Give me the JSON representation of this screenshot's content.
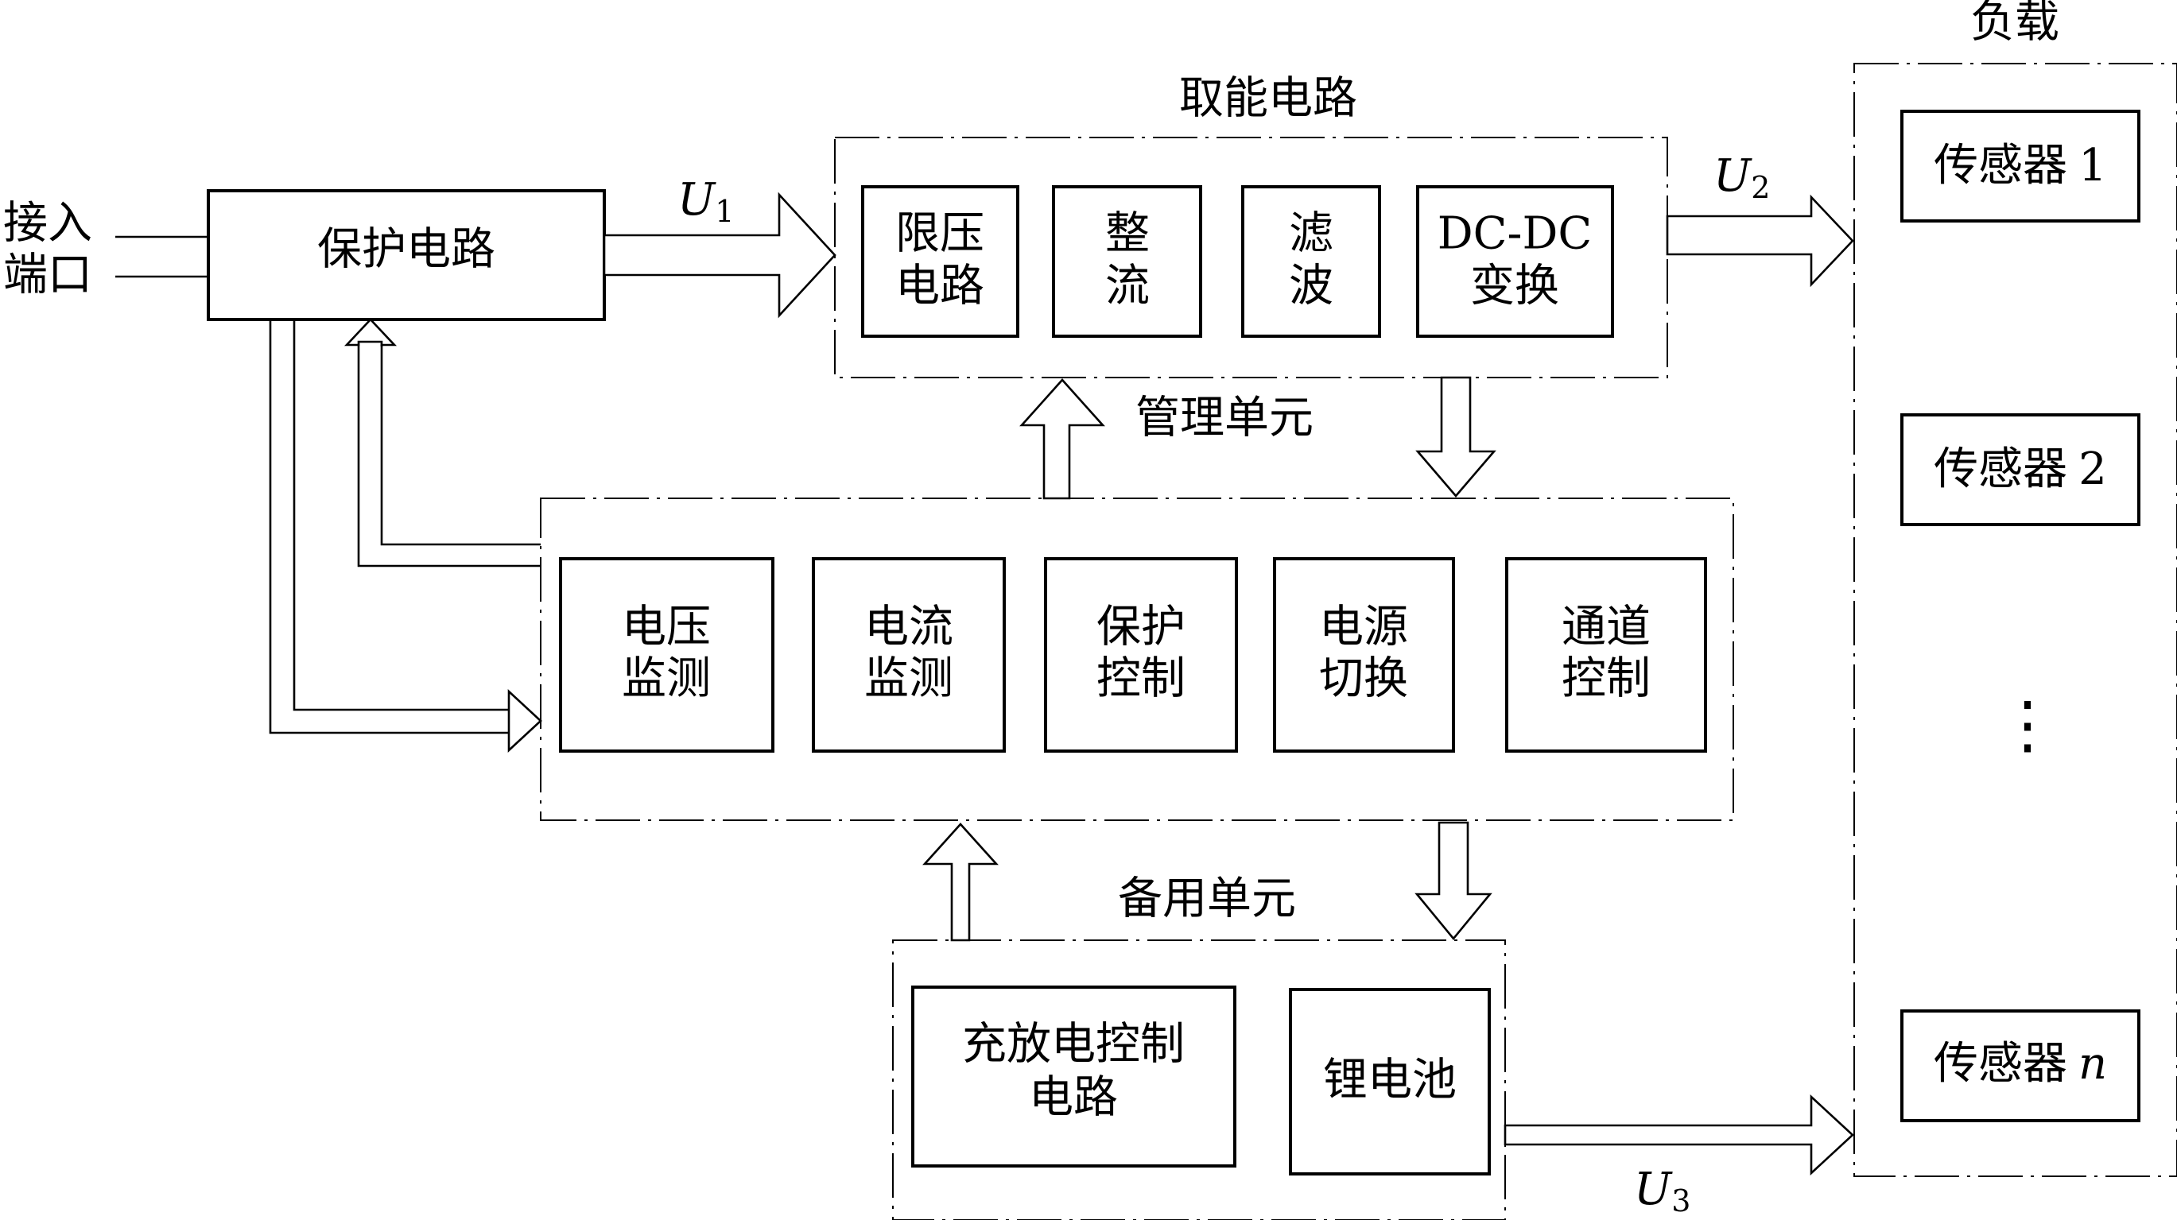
{
  "input_port": {
    "line1": "接入",
    "line2": "端口"
  },
  "protection_circuit": {
    "label": "保护电路"
  },
  "energy_harvesting": {
    "title": "取能电路",
    "blocks": [
      {
        "line1": "限压",
        "line2": "电路"
      },
      {
        "line1": "整",
        "line2": "流"
      },
      {
        "line1": "滤",
        "line2": "波"
      },
      {
        "line1": "DC-DC",
        "line2": "变换"
      }
    ]
  },
  "management_unit": {
    "title": "管理单元",
    "blocks": [
      {
        "line1": "电压",
        "line2": "监测"
      },
      {
        "line1": "电流",
        "line2": "监测"
      },
      {
        "line1": "保护",
        "line2": "控制"
      },
      {
        "line1": "电源",
        "line2": "切换"
      },
      {
        "line1": "通道",
        "line2": "控制"
      }
    ]
  },
  "backup_unit": {
    "title": "备用单元",
    "charge_control": {
      "line1": "充放电控制",
      "line2": "电路"
    },
    "battery": {
      "label": "锂电池"
    }
  },
  "load": {
    "title": "负载",
    "sensors": [
      {
        "name": "传感器",
        "index": "1"
      },
      {
        "name": "传感器",
        "index": "2"
      },
      {
        "name": "传感器",
        "index": "n"
      }
    ],
    "ellipsis": "⋮"
  },
  "voltages": {
    "u1": {
      "symbol": "U",
      "sub": "1"
    },
    "u2": {
      "symbol": "U",
      "sub": "2"
    },
    "u3": {
      "symbol": "U",
      "sub": "3"
    }
  }
}
